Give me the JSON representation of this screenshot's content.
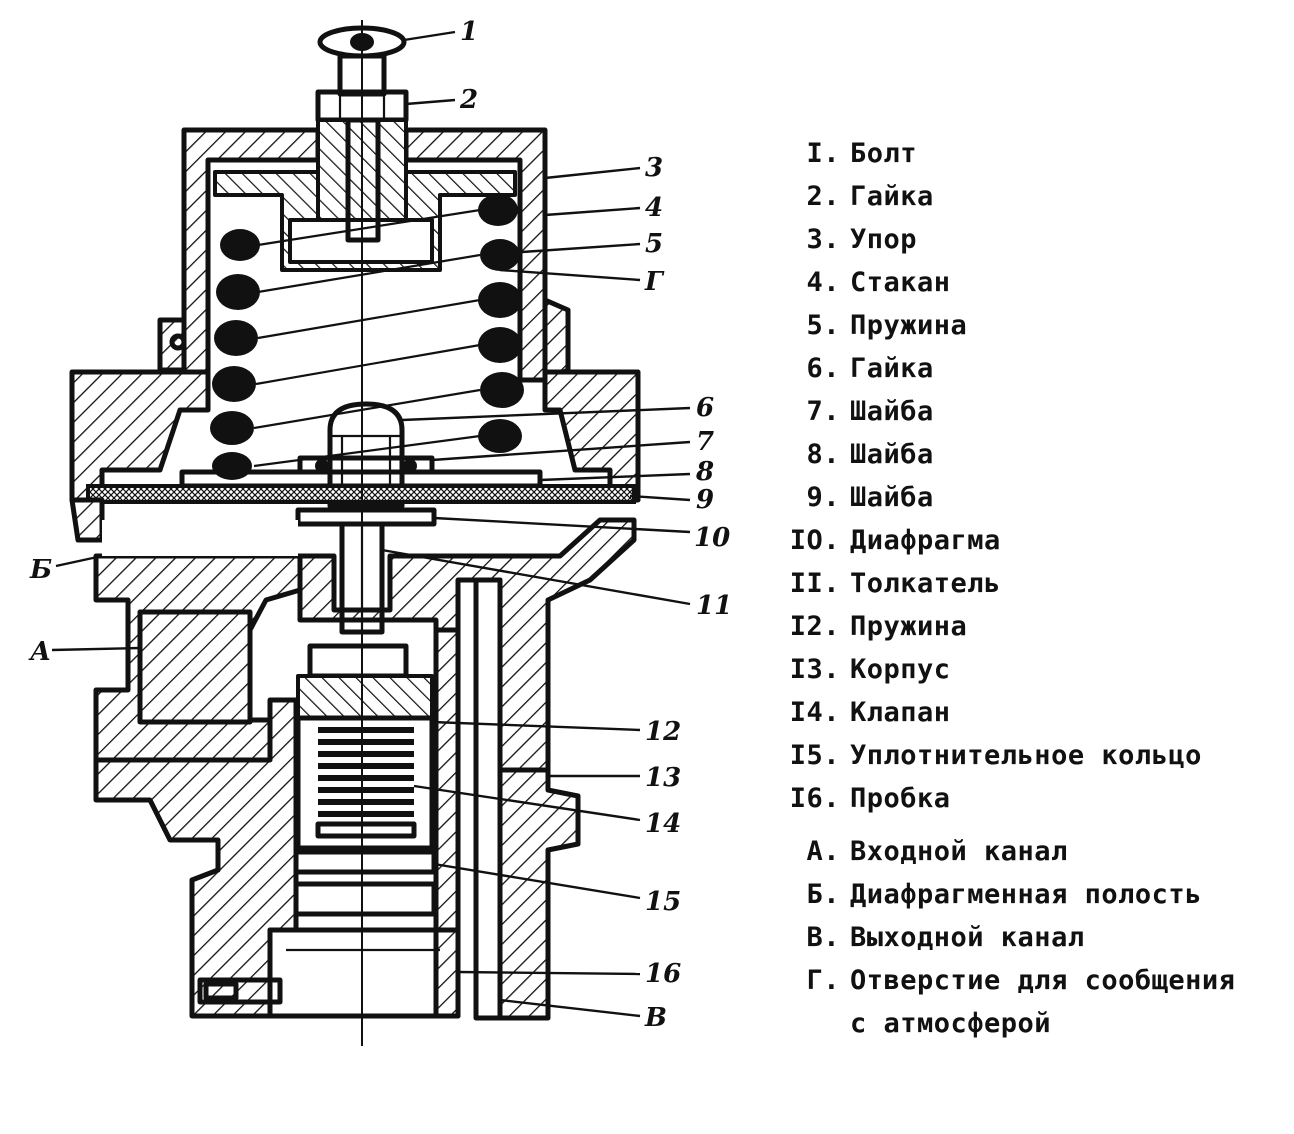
{
  "callouts": [
    {
      "id": "c1",
      "text": "1"
    },
    {
      "id": "c2",
      "text": "2"
    },
    {
      "id": "c3",
      "text": "3"
    },
    {
      "id": "c4",
      "text": "4"
    },
    {
      "id": "c5",
      "text": "5"
    },
    {
      "id": "cG",
      "text": "Г"
    },
    {
      "id": "c6",
      "text": "6"
    },
    {
      "id": "c7",
      "text": "7"
    },
    {
      "id": "c8",
      "text": "8"
    },
    {
      "id": "c9",
      "text": "9"
    },
    {
      "id": "c10",
      "text": "10"
    },
    {
      "id": "c11",
      "text": "11"
    },
    {
      "id": "c12",
      "text": "12"
    },
    {
      "id": "c13",
      "text": "13"
    },
    {
      "id": "c14",
      "text": "14"
    },
    {
      "id": "c15",
      "text": "15"
    },
    {
      "id": "c16",
      "text": "16"
    },
    {
      "id": "cB",
      "text": "В"
    },
    {
      "id": "cBb",
      "text": "Б"
    },
    {
      "id": "cA",
      "text": "А"
    }
  ],
  "legend": [
    {
      "num": "I.",
      "text": "Болт"
    },
    {
      "num": "2.",
      "text": "Гайка"
    },
    {
      "num": "3.",
      "text": "Упор"
    },
    {
      "num": "4.",
      "text": "Стакан"
    },
    {
      "num": "5.",
      "text": "Пружина"
    },
    {
      "num": "6.",
      "text": "Гайка"
    },
    {
      "num": "7.",
      "text": "Шайба"
    },
    {
      "num": "8.",
      "text": "Шайба"
    },
    {
      "num": "9.",
      "text": "Шайба"
    },
    {
      "num": "IO.",
      "text": "Диафрагма"
    },
    {
      "num": "II.",
      "text": "Толкатель"
    },
    {
      "num": "I2.",
      "text": "Пружина"
    },
    {
      "num": "I3.",
      "text": "Корпус"
    },
    {
      "num": "I4.",
      "text": "Клапан"
    },
    {
      "num": "I5.",
      "text": "Уплотнительное кольцо"
    },
    {
      "num": "I6.",
      "text": "Пробка"
    },
    {
      "num": "А.",
      "text": "Входной канал"
    },
    {
      "num": "Б.",
      "text": "Диафрагменная полость"
    },
    {
      "num": "В.",
      "text": "Выходной канал"
    },
    {
      "num": "Г.",
      "text": "Отверстие для сообщения"
    },
    {
      "num": "",
      "text": "с атмосферой"
    }
  ]
}
